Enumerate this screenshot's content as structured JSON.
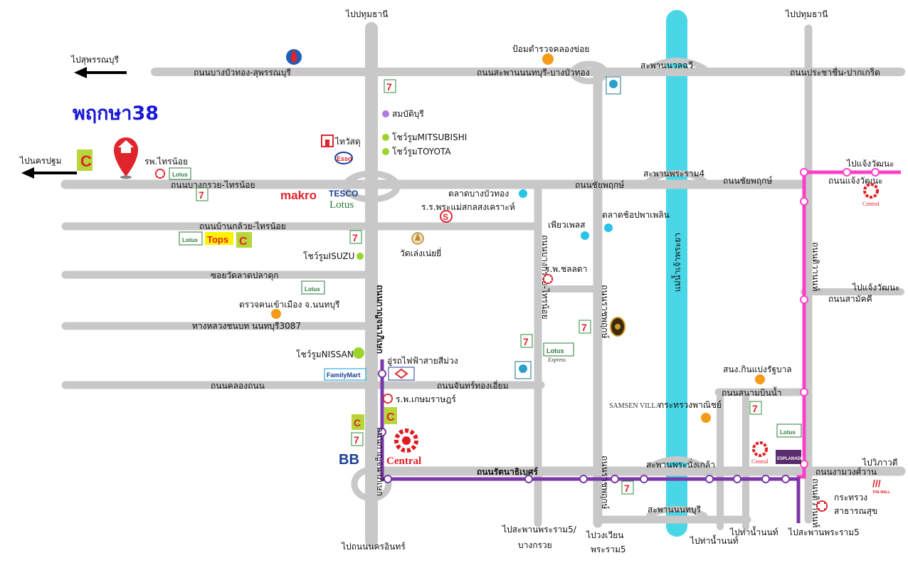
{
  "title": "พฤกษา38",
  "colors": {
    "road": "#c8c8c8",
    "river": "#49d7e7",
    "pink_line": "#ff3fc8",
    "purple_line": "#7b38a8",
    "poi_orange": "#f49b1a",
    "poi_cyan": "#27c3e8",
    "poi_green": "#9bd42c",
    "poi_violet": "#b07ae0",
    "central_red": "#e01b22",
    "marker_red": "#e0242b"
  },
  "directions": {
    "to_suphan": "ไปสุพรรณบุรี",
    "to_nakhon_pathom": "ไปนครปฐม",
    "to_pathum_1": "ไปปทุมธานี",
    "to_pathum_2": "ไปปทุมธานี",
    "to_chaeng_1": "ไปแจ้งวัฒนะ",
    "to_chaeng_2": "ไปแจ้งวัฒนะ",
    "to_vibhavadi": "ไปวิภาวดี",
    "to_nonthaburi_in": "ไปถนนนครอินทร์",
    "to_rama5_a": "ไปสะพานพระราม5/",
    "to_rama5_b": "บางกรวย",
    "to_wongwian_a": "ไปวงเวียน",
    "to_wongwian_b": "พระราม5",
    "to_pier_1": "ไปท่าน้ำนนท์",
    "to_pier_2": "ไปท่าน้ำนนท์",
    "to_rama5_bridge": "ไปสะพานพระราม5"
  },
  "roads": {
    "bang_bua_thong_suphan": "ถนนบางบัวทอง-สุพรรณบุรี",
    "saphan_nonthaburi_bbt": "ถนนสะพานนนทบุรี-บางบัวทอง",
    "prachachuen_pakkret": "ถนนประชาชื่น-ปากเกร็ด",
    "bang_kruai_sai_noi": "ถนนบางกรวย-ไทรน้อย",
    "chaiyaphruek_1": "ถนนชัยพฤกษ์",
    "chaiyaphruek_2": "ถนนชัยพฤกษ์",
    "chaeng_wattana": "ถนนแจ้งวัฒนะ",
    "ban_kluai_sai_noi": "ถนนบ้านกล้วย-ไทรน้อย",
    "soi_wat_talat": "ซอยวัดลาดปลาดุก",
    "highway_3087": "ทางหลวงชนบท นนทบุรี3087",
    "khlong_thanon": "ถนนคลองถนน",
    "chan_thong_iam": "ถนนจันทร์ทองเอี่ยม",
    "rattanathibet": "ถนนรัตนาธิเบศร์",
    "ratchaphruek_v": "ถนนกาญจนาภิเษก",
    "bang_kruai_v": "ถนนบางกรวย-ไทรน้อย",
    "ratchaphruek_2": "ถนนราชพฤกษ์",
    "tiwanon": "ถนนติวานนท์",
    "samakkhi": "ถนนสามัคคี",
    "sanam_bin_nam": "ถนนสนามบินน้ำ",
    "ngam_wong_wan": "ถนนงามวงศ์วาน",
    "kanchana_bottom": "ถนนกาญจนาภิเษก",
    "ratchaphruek_bottom": "ถนนราชพฤกษ์",
    "tiwanon_bottom": "ถนนติวานนท์"
  },
  "bridges": {
    "nuanchawi": "สะพานนวลฉวี",
    "rama4": "สะพานพระราม4",
    "phra_nang_klao": "สะพานพระนั่งเกล้า",
    "nonthaburi": "สะพานนนทบุรี"
  },
  "river": "แม่น้ำเจ้าพระยา",
  "pois": {
    "sai_noi_hospital": "รพ.ไทรน้อย",
    "makro": "makro",
    "tesco": "TESCO",
    "lotus": "Lotus",
    "thaiwatsadu": "ไทวัสดุ",
    "esso": "Esso",
    "sombatburi": "สมบัติบุรี",
    "mitsubishi": "โชว์รูมMITSUBISHI",
    "toyota": "โชว์รูมTOYOTA",
    "police_box": "ป้อมตำรวจคลองข่อย",
    "talat_bbt": "ตลาดบางบัวทอง",
    "school": "ร.ร.พระแม่สกลสงเคราะห์",
    "wat_lamnoi": "วัดเล่งเน่ยยี่",
    "piyaplace": "เพียวเพลส",
    "talat_chop": "ตลาดช้อปพาเพลิน",
    "chonlada": "ร.พ.ชลลดา",
    "isuzu": "โชว์รูมISUZU",
    "immigration": "ตรวจคนเข้าเมือง จ.นนทบุรี",
    "nissan": "โชว์รูมNISSAN",
    "familymart": "FamilyMart",
    "purple_train": "อู่รถไฟฟ้าสายสีม่วง",
    "kasemrad": "ร.พ.เกษมราษฎร์",
    "central": "Central",
    "bb": "BB",
    "tops": "Tops",
    "lotus_express": "Express",
    "samsen_villa": "SAMSEN VILLA",
    "commerce_ministry": "กระทรวงพาณิชย์",
    "govt_lottery": "สนง.กินแบ่งรัฐบาล",
    "health_ministry_a": "กระทรวง",
    "health_ministry_b": "สาธารณสุข",
    "esplanade": "ESPLANADE",
    "the_mall": "THE MALL",
    "seven_eleven": "7"
  }
}
